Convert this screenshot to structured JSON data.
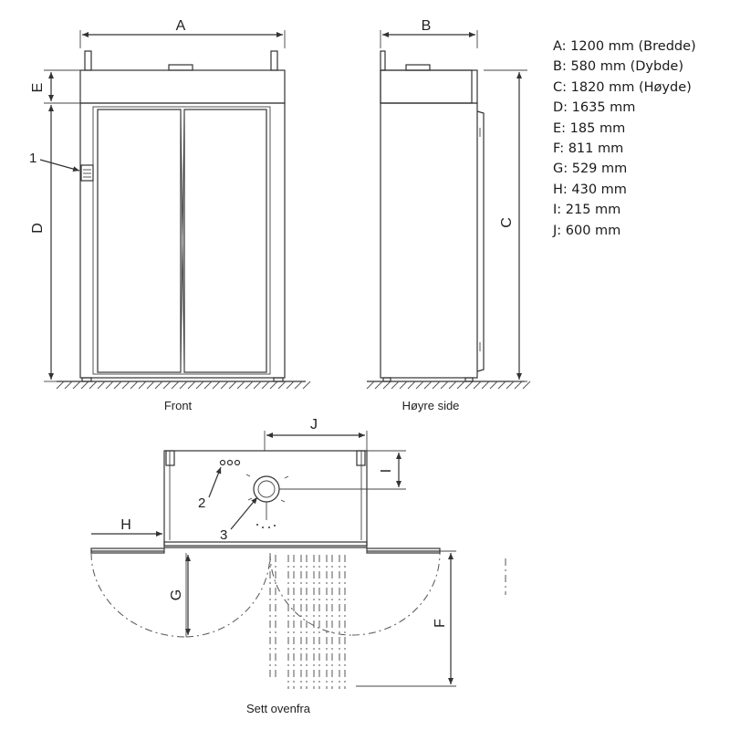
{
  "legend": {
    "items": [
      "A: 1200 mm (Bredde)",
      "B: 580 mm (Dybde)",
      "C: 1820 mm (Høyde)",
      "D: 1635 mm",
      "E: 185 mm",
      "F: 811 mm",
      "G: 529 mm",
      "H: 430 mm",
      "I: 215 mm",
      "J: 600 mm"
    ]
  },
  "views": {
    "front": "Front",
    "side": "Høyre side",
    "top": "Sett ovenfra"
  },
  "dims": {
    "A": "A",
    "B": "B",
    "C": "C",
    "D": "D",
    "E": "E",
    "F": "F",
    "G": "G",
    "H": "H",
    "I": "I",
    "J": "J"
  },
  "callouts": {
    "c1": "1",
    "c2": "2",
    "c3": "3"
  }
}
